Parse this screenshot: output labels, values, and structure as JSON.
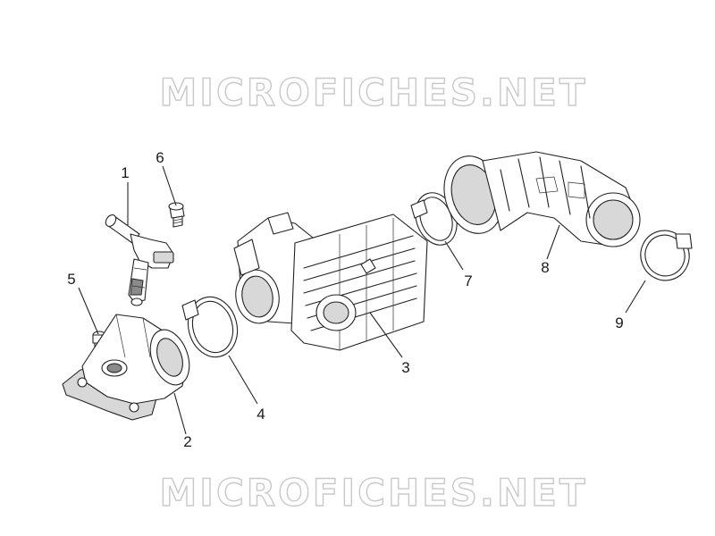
{
  "watermark": {
    "text": "MICROFICHES.NET"
  },
  "labels": {
    "p1": "1",
    "p2": "2",
    "p3": "3",
    "p4": "4",
    "p5": "5",
    "p6": "6",
    "p7": "7",
    "p8": "8",
    "p9": "9"
  },
  "colors": {
    "line": "#222222",
    "watermark_outline": "#c9c9c9",
    "background": "#ffffff"
  }
}
